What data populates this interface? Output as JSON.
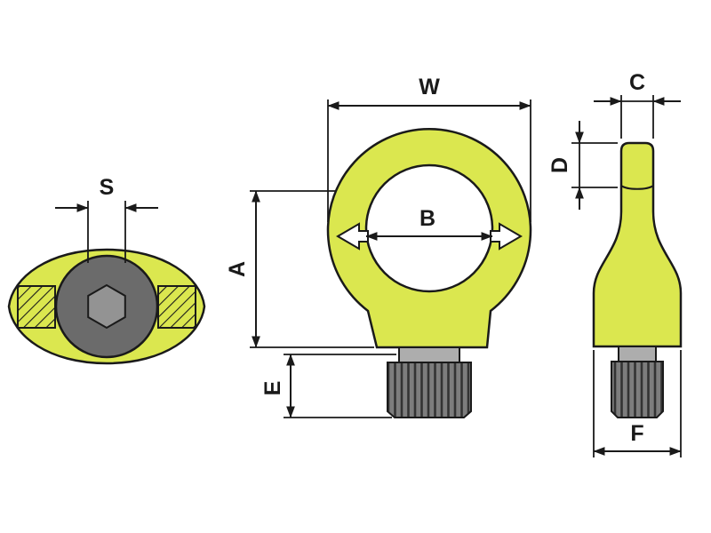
{
  "drawing": {
    "labels": {
      "s": "S",
      "w": "W",
      "a": "A",
      "b": "B",
      "e": "E",
      "c": "C",
      "d": "D",
      "f": "F"
    },
    "colors": {
      "background": "#ffffff",
      "body": "#dbe74f",
      "outline": "#1a1a1a",
      "socket_boss": "#6b6b6b",
      "hex_socket": "#939393",
      "collar": "#adadad",
      "thread": "#7d7d7d"
    }
  }
}
